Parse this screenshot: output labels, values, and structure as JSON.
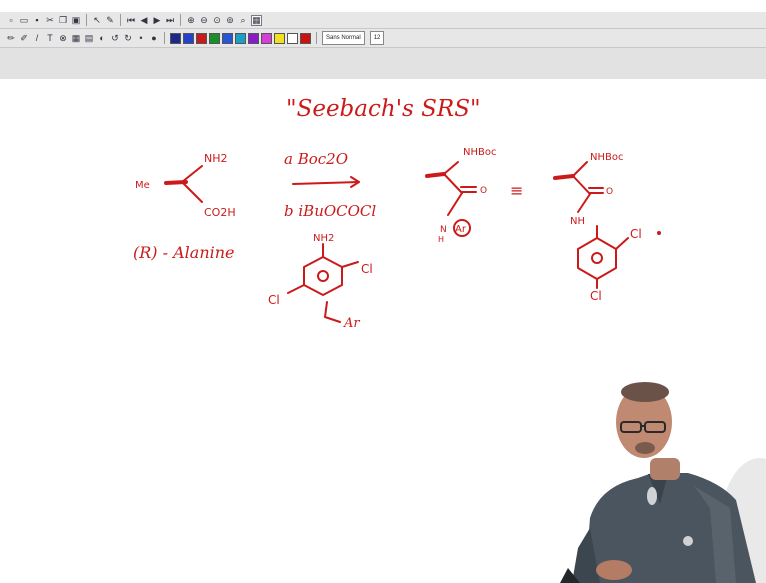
{
  "toolbar": {
    "font_name": "Sans Normal",
    "font_size": "12",
    "swatch_colors": [
      "#1b2a8a",
      "#2244cc",
      "#c91b1b",
      "#1a8f2a",
      "#2a55d6",
      "#1aa0c8",
      "#8a1bc9",
      "#d63fd6",
      "#f0e020",
      "#ffffff",
      "#cc1111"
    ],
    "icons_row1": [
      "new-file-icon",
      "open-file-icon",
      "save-icon",
      "cut-icon",
      "copy-icon",
      "paste-icon",
      "pointer-icon",
      "pen-icon",
      "first-page-icon",
      "prev-page-icon",
      "next-page-icon",
      "last-page-icon",
      "zoom-in-icon",
      "zoom-out-icon",
      "zoom-fit-icon",
      "zoom-width-icon",
      "zoom-page-icon",
      "select-area-icon"
    ],
    "icons_row2": [
      "pen-tool-icon",
      "highlighter-icon",
      "line-tool-icon",
      "text-tool-icon",
      "stamp-icon",
      "grid-icon",
      "image-icon",
      "eraser-icon",
      "undo-icon",
      "redo-icon",
      "dot-small-icon",
      "dot-large-icon"
    ]
  },
  "whiteboard": {
    "title": "\"Seebach's SRS\"",
    "reactant_groups": [
      "NH2",
      "Me",
      "CO2H"
    ],
    "reactant_name": "(R) - Alanine",
    "step_a": "a Boc2O",
    "step_b": "b iBuOCOCl",
    "reagent_amine": "NH2",
    "reagent_substituents": [
      "Cl",
      "Cl"
    ],
    "reagent_label": "Ar",
    "product_groups": [
      "NHBoc",
      "O",
      "N",
      "H",
      "Ar"
    ],
    "equivalence": "≡",
    "expanded_groups": [
      "NHBoc",
      "O",
      "NH",
      "Cl",
      "Cl"
    ]
  }
}
